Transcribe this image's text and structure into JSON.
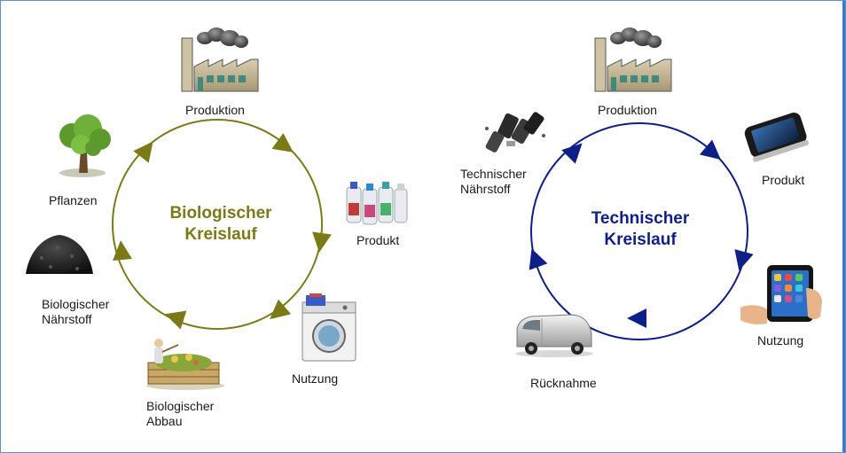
{
  "biological_cycle": {
    "title_line1": "Biologischer",
    "title_line2": "Kreislauf",
    "color": "#7a7a16",
    "labels": {
      "production": "Produktion",
      "product": "Produkt",
      "use": "Nutzung",
      "degradation_line1": "Biologischer",
      "degradation_line2": "Abbau",
      "nutrient_line1": "Biologischer",
      "nutrient_line2": "Nährstoff",
      "plants": "Pflanzen"
    },
    "icons": {
      "production": "factory-icon",
      "product": "detergent-bottles-icon",
      "use": "washing-machine-icon",
      "degradation": "compost-icon",
      "nutrient": "soil-pile-icon",
      "plants": "tree-icon"
    }
  },
  "technical_cycle": {
    "title_line1": "Technischer",
    "title_line2": "Kreislauf",
    "color": "#0f1f8a",
    "labels": {
      "production": "Produktion",
      "product": "Produkt",
      "use": "Nutzung",
      "takeback": "Rücknahme",
      "nutrient_line1": "Technischer",
      "nutrient_line2": "Nährstoff"
    },
    "icons": {
      "production": "factory-icon",
      "product": "smartphone-icon",
      "use": "hand-holding-phone-icon",
      "takeback": "delivery-van-icon",
      "nutrient": "phone-parts-icon"
    }
  }
}
